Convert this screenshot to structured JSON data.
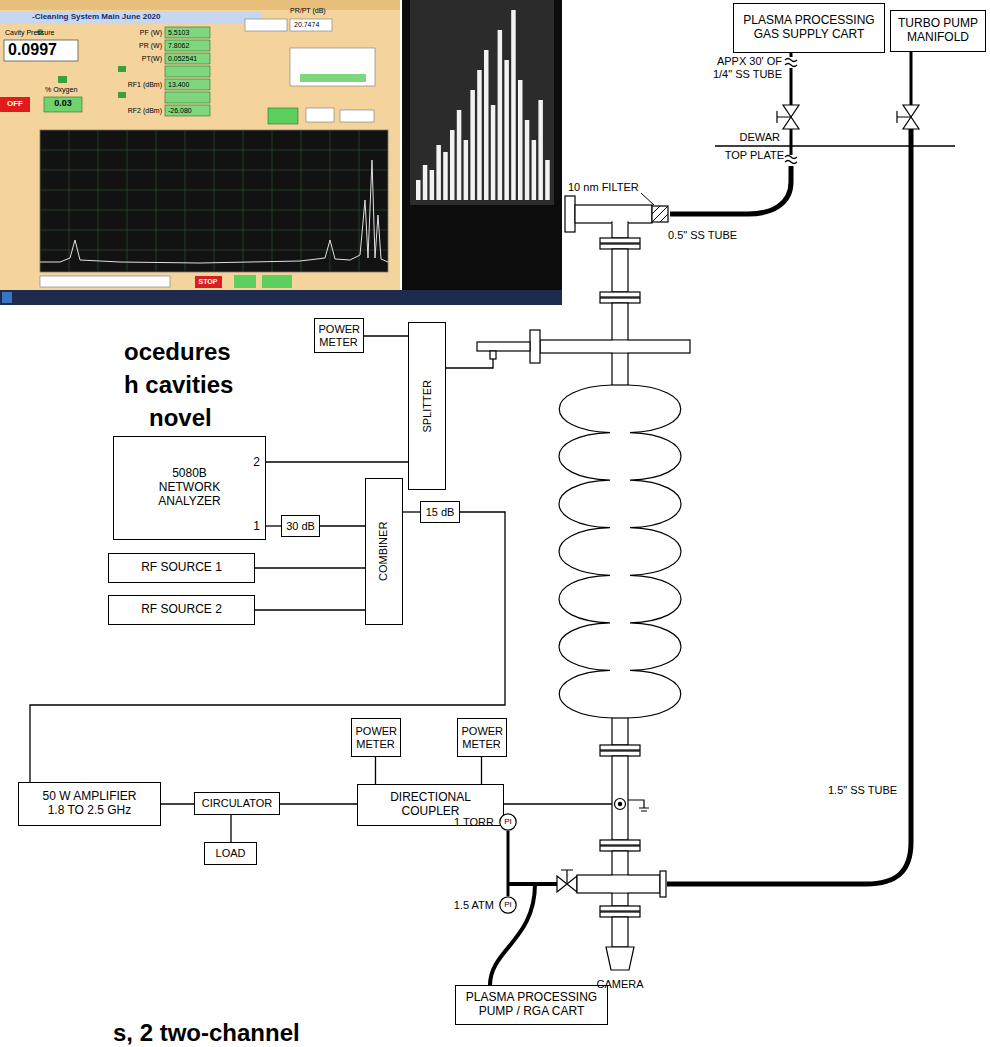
{
  "diagram": {
    "nodes": [
      {
        "text": [
          "PLASMA PROCESSING GAS SUPPLY CART"
        ]
      },
      {
        "text": [
          "TURBO PUMP MANIFOLD"
        ]
      },
      {
        "text": [
          "POWER METER"
        ]
      },
      {
        "text": [
          "SPLITTER"
        ]
      },
      {
        "text": [
          "5080B NETWORK ANALYZER",
          "2",
          "1"
        ]
      },
      {
        "text": [
          "30 dB"
        ]
      },
      {
        "text": [
          "COMBINER"
        ]
      },
      {
        "text": [
          "15 dB"
        ]
      },
      {
        "text": [
          "RF SOURCE 1"
        ]
      },
      {
        "text": [
          "RF SOURCE 2"
        ]
      },
      {
        "text": [
          "POWER METER"
        ]
      },
      {
        "text": [
          "POWER METER"
        ]
      },
      {
        "text": [
          "50 W AMPLIFIER 1.8 TO 2.5 GHz"
        ]
      },
      {
        "text": [
          "CIRCULATOR"
        ]
      },
      {
        "text": [
          "LOAD"
        ]
      },
      {
        "text": [
          "DIRECTIONAL COUPLER"
        ]
      },
      {
        "text": [
          "PLASMA PROCESSING PUMP / RGA CART"
        ]
      },
      {
        "text": [
          "PI"
        ]
      },
      {
        "text": [
          "PI"
        ]
      }
    ],
    "edges": [
      {
        "from": 3,
        "to": 2,
        "arrow": "none"
      },
      {
        "from": 4,
        "to": 3,
        "arrow": "none"
      },
      {
        "from": 4,
        "to": 5,
        "arrow": "none"
      },
      {
        "from": 5,
        "to": 6,
        "arrow": "none"
      },
      {
        "from": 8,
        "to": 6,
        "arrow": "none"
      },
      {
        "from": 9,
        "to": 6,
        "arrow": "none"
      },
      {
        "from": 6,
        "to": 7,
        "arrow": "none"
      },
      {
        "from": 7,
        "to": 12,
        "arrow": "none"
      },
      {
        "from": 12,
        "to": 13,
        "arrow": "none"
      },
      {
        "from": 13,
        "to": 14,
        "arrow": "none"
      },
      {
        "from": 13,
        "to": 15,
        "arrow": "none"
      },
      {
        "from": 10,
        "to": 15,
        "arrow": "none"
      },
      {
        "from": 11,
        "to": 15,
        "arrow": "none"
      }
    ],
    "labels": [
      "-Cleaning System Main June 2020",
      "Cavity Pressure",
      "0.0997",
      "OFF",
      "% Oxygen",
      "0.03",
      "PF (W)",
      "5.5103",
      "PR (W)",
      "7.8062",
      "PT(W)",
      "0.052541",
      "RF1 (dBm)",
      "13.400",
      "RF2 (dBm)",
      "-26.080",
      "PR/PT (dB)",
      "20.7474",
      "STOP",
      "ocedures",
      "h cavities",
      "novel",
      "s, 2 two-channel",
      "APPX 30' OF 1/4\" SS TUBE",
      "DEWAR",
      "TOP PLATE",
      "10 nm FILTER",
      "0.5\" SS TUBE",
      "1.5\" SS TUBE",
      "1 TORR",
      "1.5 ATM",
      "CAMERA"
    ]
  }
}
